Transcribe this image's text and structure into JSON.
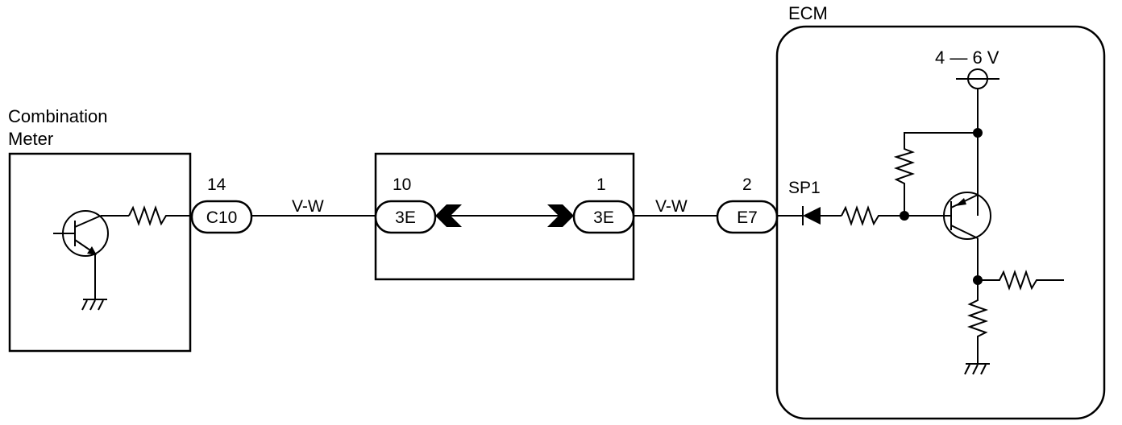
{
  "components": {
    "combination_meter": {
      "label_line1": "Combination",
      "label_line2": "Meter"
    },
    "ecm": {
      "label": "ECM",
      "voltage_label": "4 — 6 V",
      "splice_label": "SP1"
    }
  },
  "connectors": {
    "c10": {
      "name": "C10",
      "pin": "14"
    },
    "j3e_left": {
      "name": "3E",
      "pin": "10"
    },
    "j3e_right": {
      "name": "3E",
      "pin": "1"
    },
    "e7": {
      "name": "E7",
      "pin": "2"
    }
  },
  "wires": {
    "left_color": "V-W",
    "right_color": "V-W"
  }
}
